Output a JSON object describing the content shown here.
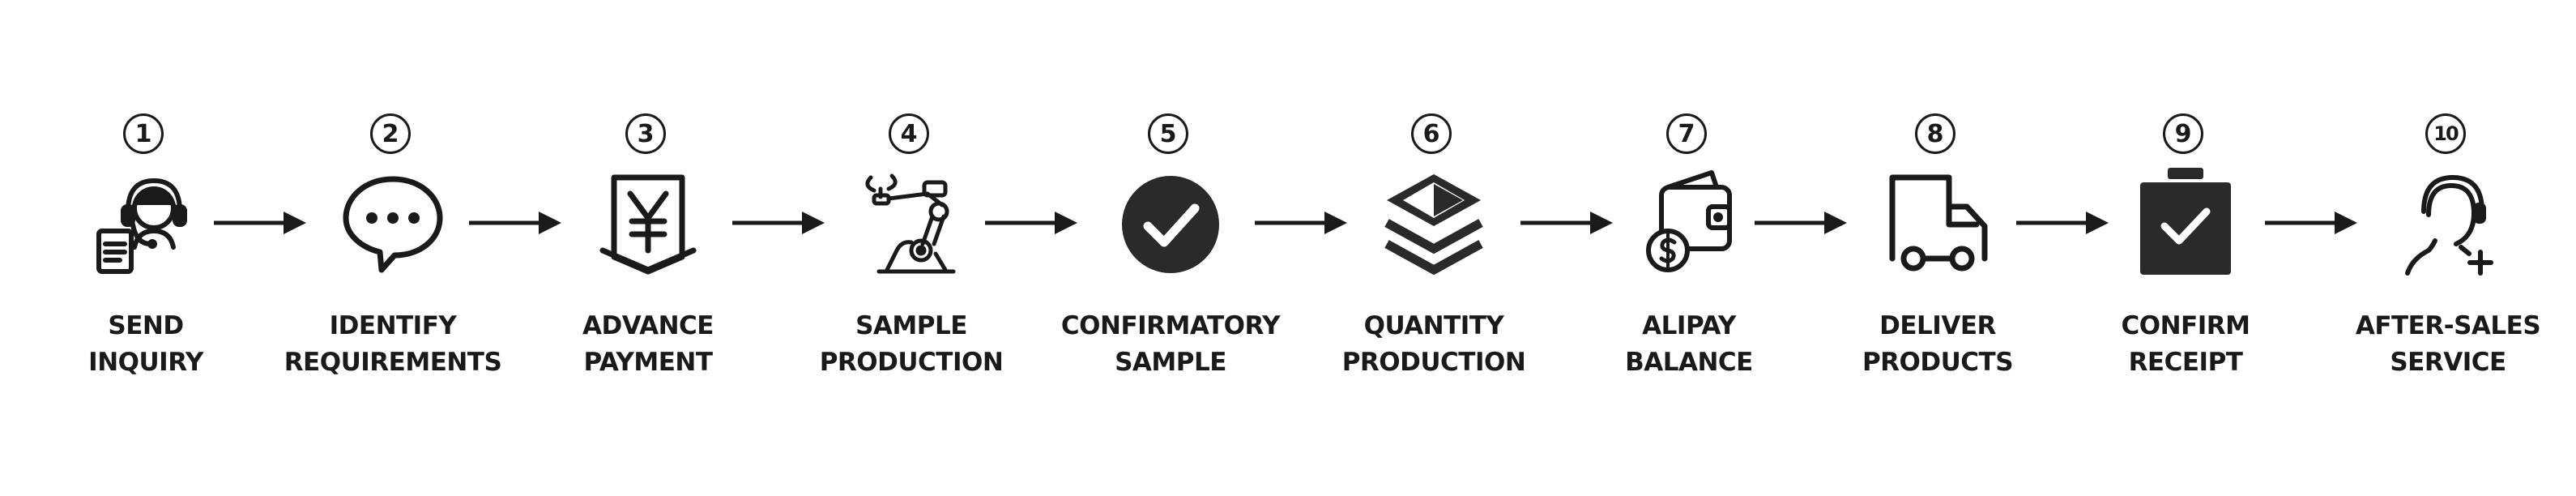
{
  "steps": [
    {
      "number": "1",
      "icon": "customer-service-headset-icon",
      "line1": "SEND",
      "line2": "INQUIRY"
    },
    {
      "number": "2",
      "icon": "speech-bubble-icon",
      "line1": "IDENTIFY",
      "line2": "REQUIREMENTS"
    },
    {
      "number": "3",
      "icon": "yen-payment-icon",
      "line1": "ADVANCE",
      "line2": "PAYMENT"
    },
    {
      "number": "4",
      "icon": "robot-arm-icon",
      "line1": "SAMPLE",
      "line2": "PRODUCTION"
    },
    {
      "number": "5",
      "icon": "check-circle-icon",
      "line1": "CONFIRMATORY",
      "line2": "SAMPLE"
    },
    {
      "number": "6",
      "icon": "layers-icon",
      "line1": "QUANTITY",
      "line2": "PRODUCTION"
    },
    {
      "number": "7",
      "icon": "wallet-dollar-icon",
      "line1": "ALIPAY",
      "line2": "BALANCE"
    },
    {
      "number": "8",
      "icon": "delivery-truck-icon",
      "line1": "DELIVER",
      "line2": "PRODUCTS"
    },
    {
      "number": "9",
      "icon": "clipboard-check-icon",
      "line1": "CONFIRM",
      "line2": "RECEIPT"
    },
    {
      "number": "10",
      "icon": "user-support-icon",
      "line1": "AFTER-SALES",
      "line2": "SERVICE"
    }
  ],
  "colors": {
    "ink": "#1a1a1a",
    "background": "#ffffff"
  }
}
